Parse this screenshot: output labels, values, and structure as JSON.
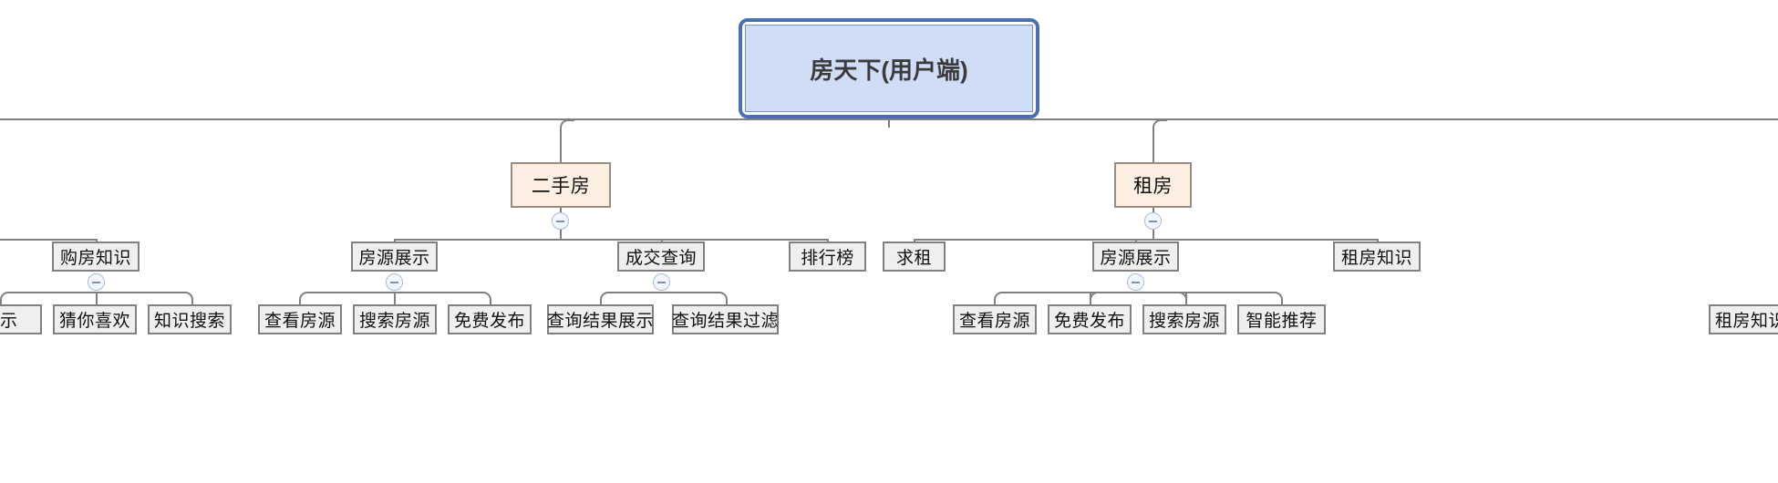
{
  "diagram": {
    "type": "mindmap-tree",
    "title": "房天下(用户端)",
    "theme": {
      "root_fill": "#cfddf7",
      "root_selection_border": "#4a6fb5",
      "level2_fill": "#fdf0e3",
      "node_fill": "#efefef",
      "node_border": "#808080",
      "connector": "#808080",
      "toggle_border": "#aab9e0"
    },
    "root": {
      "label": "房天下(用户端)",
      "selected": true
    },
    "toggles": [
      {
        "name": "collapse-toggle-ershoufang",
        "glyph": "−",
        "state": "expanded"
      },
      {
        "name": "collapse-toggle-zufang",
        "glyph": "−",
        "state": "expanded"
      },
      {
        "name": "collapse-toggle-goufangzhishi",
        "glyph": "−",
        "state": "expanded"
      },
      {
        "name": "collapse-toggle-fangyuanzhanshi-esf",
        "glyph": "−",
        "state": "expanded"
      },
      {
        "name": "collapse-toggle-chengjiaochaxun",
        "glyph": "−",
        "state": "expanded"
      },
      {
        "name": "collapse-toggle-fangyuanzhanshi-zf",
        "glyph": "−",
        "state": "expanded"
      }
    ],
    "branches": {
      "offscreen_left": {
        "level3": {
          "label": "购房知识"
        },
        "leaves": [
          {
            "label": "展示",
            "truncated": true
          },
          {
            "label": "猜你喜欢"
          },
          {
            "label": "知识搜索"
          }
        ]
      },
      "ershoufang": {
        "label": "二手房",
        "children": [
          {
            "label": "房源展示",
            "leaves": [
              {
                "label": "查看房源"
              },
              {
                "label": "搜索房源"
              },
              {
                "label": "免费发布"
              }
            ]
          },
          {
            "label": "成交查询",
            "leaves": [
              {
                "label": "查询结果展示"
              },
              {
                "label": "查询结果过滤"
              }
            ]
          },
          {
            "label": "排行榜",
            "leaves": []
          }
        ]
      },
      "zufang": {
        "label": "租房",
        "children": [
          {
            "label": "求租",
            "leaves": []
          },
          {
            "label": "房源展示",
            "leaves": [
              {
                "label": "查看房源"
              },
              {
                "label": "免费发布"
              },
              {
                "label": "搜索房源"
              },
              {
                "label": "智能推荐"
              }
            ]
          },
          {
            "label": "租房知识",
            "leaves": []
          }
        ]
      }
    }
  }
}
